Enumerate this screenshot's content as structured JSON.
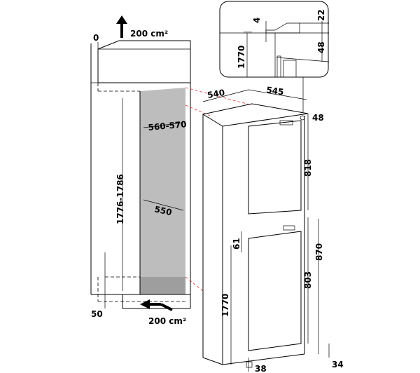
{
  "labels": {
    "clearance_top": "0",
    "vent_top": "200 cm²",
    "vent_bottom": "200 cm²",
    "niche_depth": "560-570",
    "niche_width": "550",
    "niche_height": "1776-1786",
    "plinth_height": "50",
    "appliance_depth": "540",
    "appliance_width": "545",
    "top_gap": "48",
    "upper_door": "818",
    "door_gap": "61",
    "lower_to_top": "870",
    "lower_door": "803",
    "appliance_height": "1770",
    "bottom_gap": "34",
    "foot": "38"
  },
  "inset": {
    "gap": "4",
    "top_offset": "22",
    "height": "1770",
    "hinge": "48"
  },
  "colors": {
    "niche_fill": "#bdbdbd",
    "guide_red": "#dd3333"
  }
}
